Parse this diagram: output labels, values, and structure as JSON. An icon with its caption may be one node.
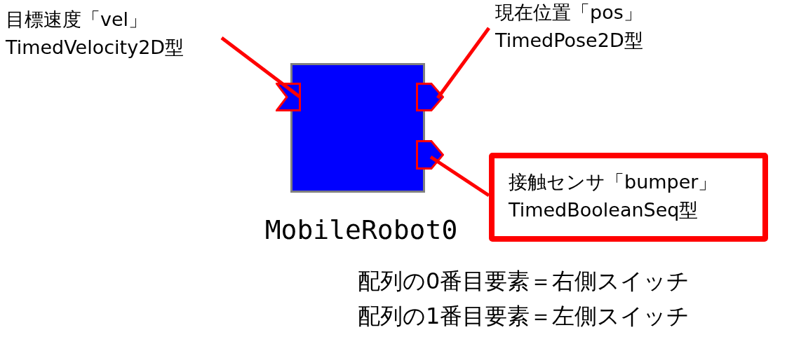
{
  "diagram": {
    "nodes": [
      {
        "text": [],
        "shape": "box",
        "beside": [
          "MobileRobot0"
        ]
      },
      {
        "text": [],
        "shape": "box"
      },
      {
        "text": [],
        "shape": "box"
      },
      {
        "text": [],
        "shape": "box"
      },
      {
        "text": [
          "目標速度「vel」",
          "TimedVelocity2D型"
        ]
      },
      {
        "text": [
          "現在位置「pos」",
          "TimedPose2D型"
        ]
      },
      {
        "text": [
          "接触センサ「bumper」",
          "TimedBooleanSeq型"
        ]
      }
    ],
    "edges": [
      {
        "from": 4,
        "to": 1,
        "arrow": "none"
      },
      {
        "from": 5,
        "to": 2,
        "arrow": "none"
      },
      {
        "from": 6,
        "to": 3,
        "arrow": "none"
      }
    ],
    "labels": [
      "配列の0番目要素＝右側スイッチ",
      "配列の1番目要素＝左側スイッチ"
    ]
  }
}
